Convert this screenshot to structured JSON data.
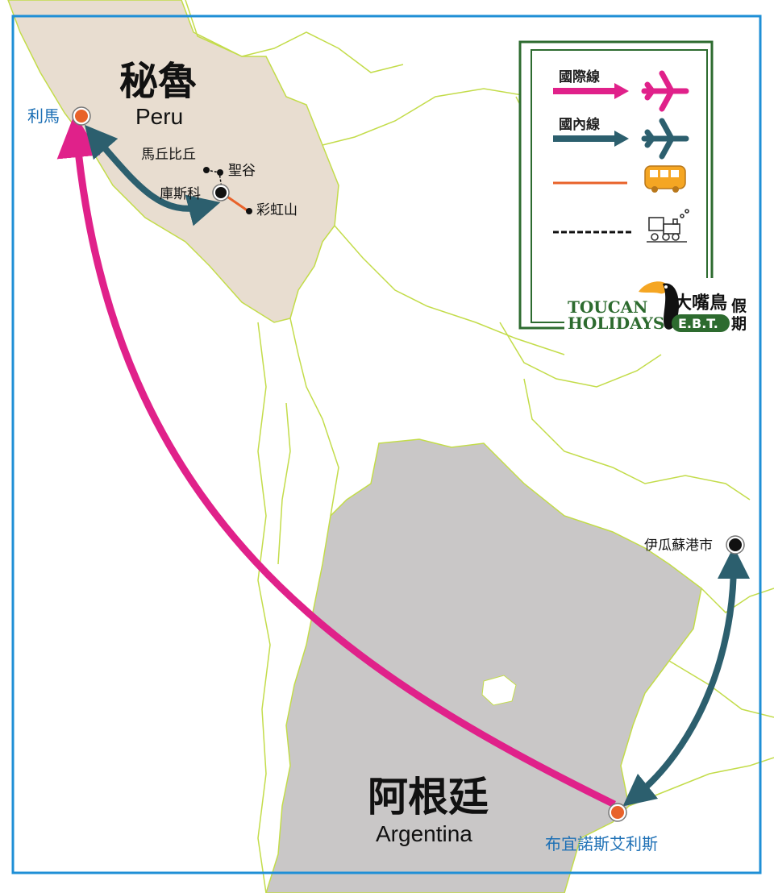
{
  "countries": {
    "peru": {
      "name_zh": "秘魯",
      "name_en": "Peru"
    },
    "argentina": {
      "name_zh": "阿根廷",
      "name_en": "Argentina"
    }
  },
  "cities": {
    "lima": "利馬",
    "machu_picchu": "馬丘比丘",
    "sacred_valley": "聖谷",
    "cusco": "庫斯科",
    "rainbow_mountain": "彩虹山",
    "iguazu": "伊瓜蘇港市",
    "buenos_aires": "布宜諾斯艾利斯"
  },
  "legend": {
    "international": "國際線",
    "domestic": "國內線",
    "bus_icon": "bus-icon",
    "train_icon": "train-icon"
  },
  "logo": {
    "line1": "TOUCAN",
    "line2": "HOLIDAYS",
    "cn": "大嘴鳥",
    "ebt": "E.B.T.",
    "cn2": "假期"
  },
  "colors": {
    "international": "#e0218a",
    "domestic": "#2c5f6e",
    "bus_route": "#e8622a",
    "city_dot": "#e8622a",
    "peru_fill": "#e8ddd0",
    "argentina_fill": "#c9c7c7",
    "border_line": "#c3dc4a",
    "frame": "#1f8fd6",
    "legend_frame": "#2d6b2f"
  }
}
